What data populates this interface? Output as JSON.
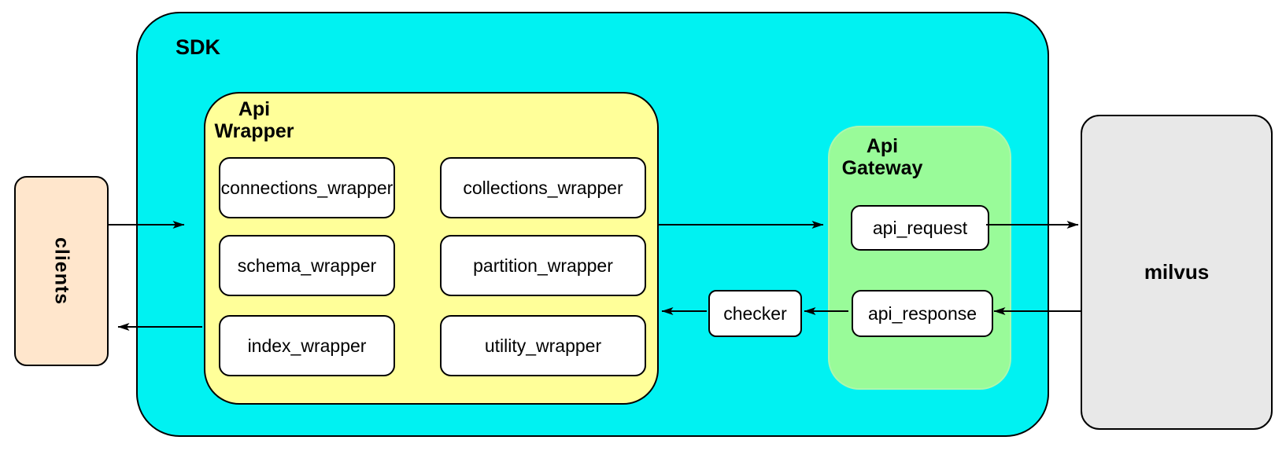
{
  "diagram_title": "",
  "clients": {
    "label": "clients"
  },
  "sdk": {
    "label": "SDK",
    "api_wrapper": {
      "label_line1": "Api",
      "label_line2": "Wrapper",
      "modules": [
        {
          "label": "connections_wrapper"
        },
        {
          "label": "collections_wrapper"
        },
        {
          "label": "schema_wrapper"
        },
        {
          "label": "partition_wrapper"
        },
        {
          "label": "index_wrapper"
        },
        {
          "label": "utility_wrapper"
        }
      ]
    },
    "checker": {
      "label": "checker"
    },
    "api_gateway": {
      "label_line1": "Api",
      "label_line2": "Gateway",
      "boxes": [
        {
          "label": "api_request"
        },
        {
          "label": "api_response"
        }
      ]
    }
  },
  "milvus": {
    "label": "milvus"
  },
  "flows": [
    "clients to sdk",
    "api wrapper to api gateway",
    "api_request to milvus",
    "milvus to api_response",
    "api_response to checker",
    "checker to api wrapper",
    "api wrapper to clients"
  ],
  "colors": {
    "sdk_fill": "#00F2F2",
    "api_wrapper_fill": "#FFFF99",
    "api_gateway_fill": "#99FB99",
    "clients_fill": "#FFE6CC",
    "milvus_fill": "#E8E8E8",
    "module_fill": "#FFFFFF",
    "stroke": "#000000"
  }
}
